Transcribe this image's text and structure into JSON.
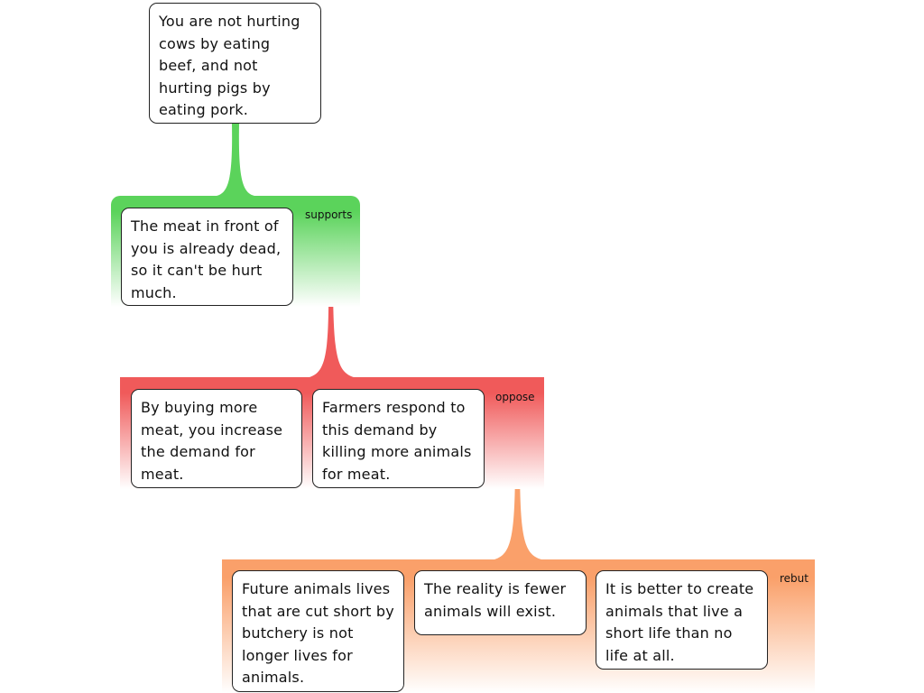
{
  "colors": {
    "supports": "#5bd35b",
    "oppose": "#f05a5a",
    "rebut": "#faa06a"
  },
  "claim": {
    "text": "You are not hurting cows by eating beef, and not hurting pigs by eating pork."
  },
  "supports": {
    "label": "supports",
    "boxes": [
      {
        "text": "The meat in front of you is already dead, so it can't be hurt much."
      }
    ]
  },
  "oppose": {
    "label": "oppose",
    "boxes": [
      {
        "text": "By buying more meat, you increase the demand for meat."
      },
      {
        "text": "Farmers respond to this demand by killing more animals for meat."
      }
    ]
  },
  "rebut": {
    "label": "rebut",
    "boxes": [
      {
        "text": "Future animals lives that are cut short by butchery is not longer lives for animals."
      },
      {
        "text": "The reality is fewer animals will exist."
      },
      {
        "text": "It is better to create animals that live a short life than no life at all."
      }
    ]
  }
}
